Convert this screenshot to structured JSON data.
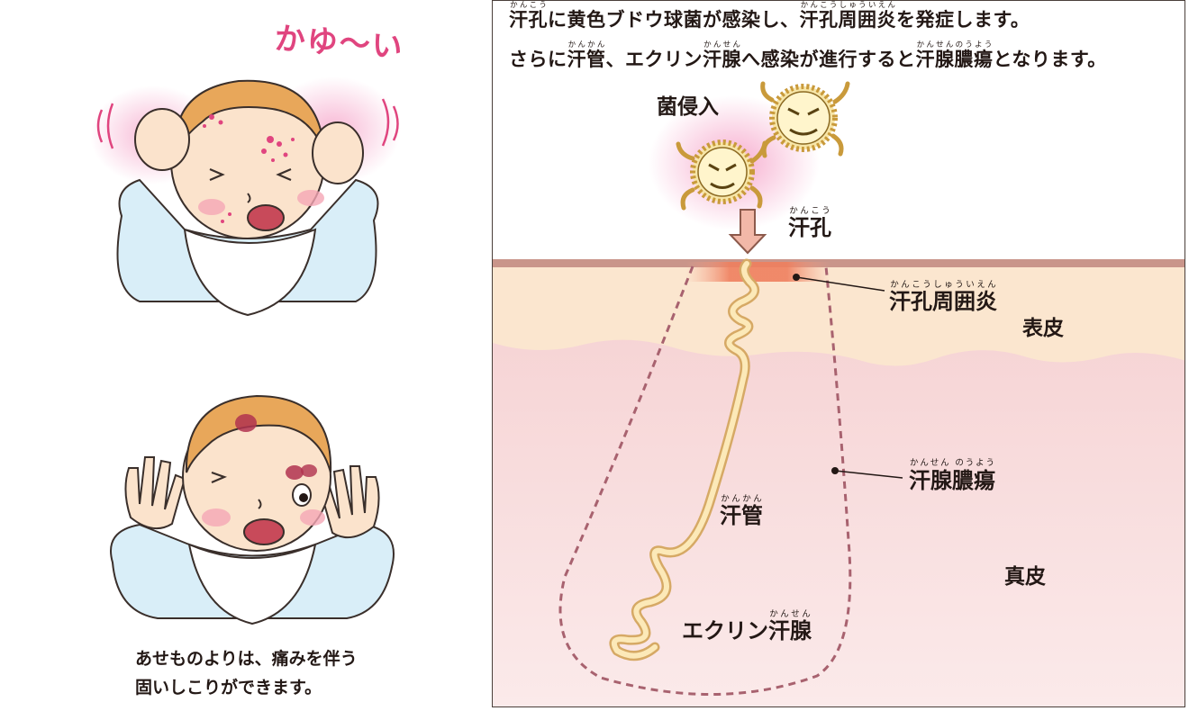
{
  "left": {
    "exclamation": "かゆ〜い",
    "caption_line1": "あせものよりは、痛みを伴う",
    "caption_line2": "固いしこりができます。"
  },
  "header": {
    "line1_parts": [
      {
        "text": "汗孔",
        "ruby": "かんこう"
      },
      {
        "text": "に黄色ブドウ球菌が感染し、",
        "ruby": ""
      },
      {
        "text": "汗孔周囲炎",
        "ruby": "かんこうしゅういえん"
      },
      {
        "text": "を発症します。",
        "ruby": ""
      }
    ],
    "line2_parts": [
      {
        "text": "さらに",
        "ruby": ""
      },
      {
        "text": "汗管",
        "ruby": "かんかん"
      },
      {
        "text": "、エクリン",
        "ruby": ""
      },
      {
        "text": "汗腺",
        "ruby": "かんせん"
      },
      {
        "text": "へ感染が進行すると",
        "ruby": ""
      },
      {
        "text": "汗腺膿瘍",
        "ruby": "かんせんのうよう"
      },
      {
        "text": "となります。",
        "ruby": ""
      }
    ]
  },
  "labels": {
    "bacteria_entry": "菌侵入",
    "pore": {
      "text": "汗孔",
      "ruby": "かんこう"
    },
    "periporitis": {
      "text": "汗孔周囲炎",
      "ruby": "かんこうしゅういえん"
    },
    "epidermis": "表皮",
    "abscess": {
      "text": "汗腺膿瘍",
      "ruby": "かんせん のうよう"
    },
    "duct": {
      "text": "汗管",
      "ruby": "かんかん"
    },
    "dermis": "真皮",
    "gland": {
      "text_prefix": "エクリン",
      "text": "汗腺",
      "ruby": "かんせん"
    }
  },
  "colors": {
    "skin_surface": "#c9958a",
    "epidermis": "#fbe6cf",
    "dermis": "#f8dcdc",
    "duct": "#fce9b8",
    "duct_outline": "#d6a965",
    "abscess_outline": "#a8626f",
    "arrow": "#f2b8a8",
    "bacteria": "#f7e6a8",
    "glow": "#f59fc6"
  }
}
